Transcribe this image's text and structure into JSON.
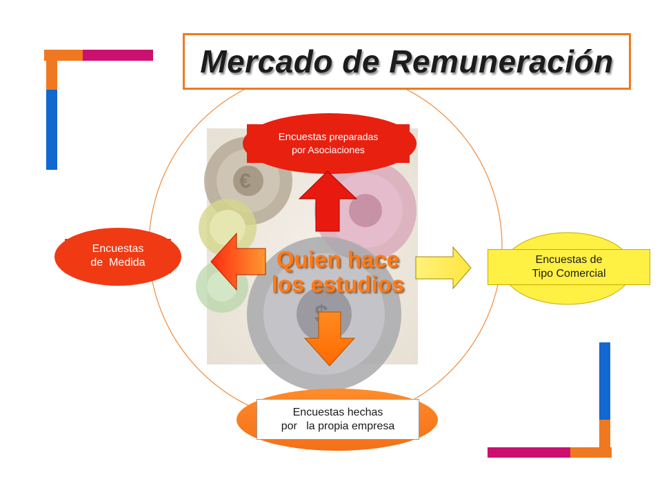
{
  "title": "Mercado de Remuneración",
  "center": {
    "line1": "Quien hace",
    "line2": "los estudios"
  },
  "nodes": {
    "top": {
      "line1_a": "Encuestas",
      "line1_b": " preparadas",
      "line2": "por Asociaciones"
    },
    "left": {
      "line1": "Encuestas",
      "line2": "de  Medida"
    },
    "right": {
      "line1": "Encuestas de",
      "line2": "Tipo Comercial"
    },
    "bottom": {
      "line1": "Encuestas hechas",
      "line2": "por   la propia empresa"
    }
  },
  "colors": {
    "orange": "#f07820",
    "magenta": "#cc1070",
    "blue": "#1068d0",
    "red": "#e82010",
    "yellow": "#fff044",
    "light_orange": "#ff8c2a"
  },
  "icons": {
    "background": "gears-image"
  }
}
